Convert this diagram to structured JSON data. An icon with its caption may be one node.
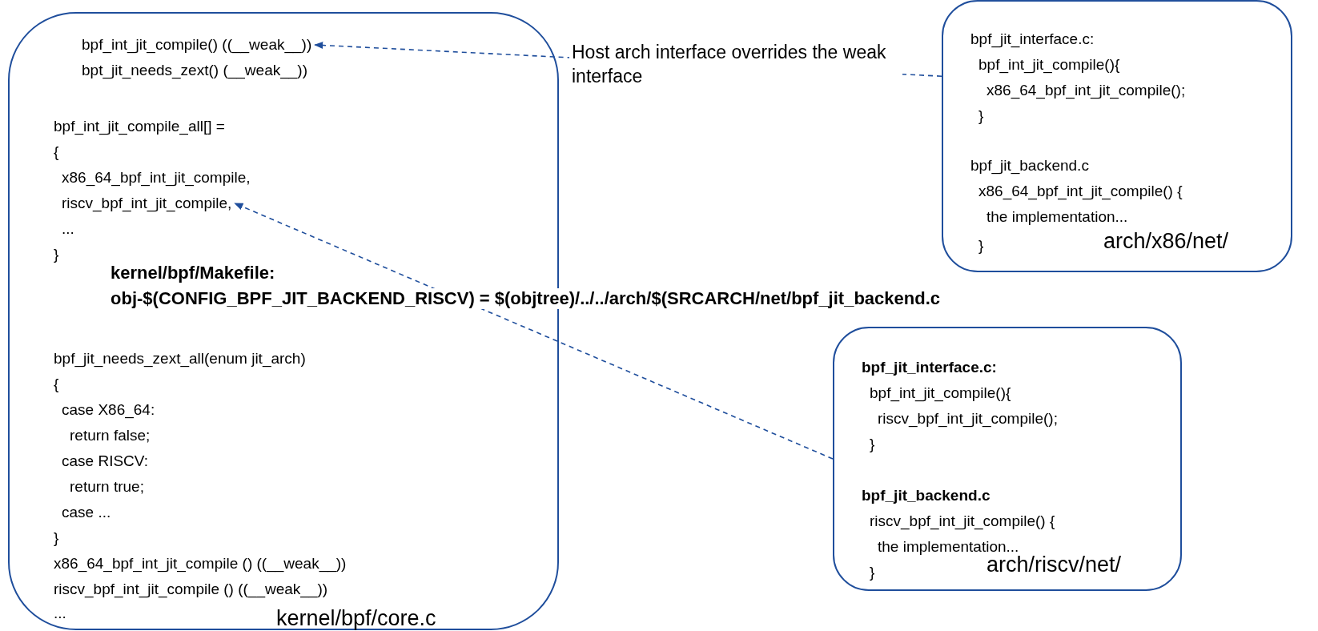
{
  "diagram": {
    "nodes": [
      {
        "text": [
          "bpt_jit_needs_zext() (__weak__))",
          "bpf_int_jit_compile_all[] =",
          "{",
          "x86_64_bpf_int_jit_compile,",
          "...",
          "}",
          "bpf_jit_needs_zext_all(enum jit_arch)",
          "{",
          "case X86_64:",
          "return false;",
          "case RISCV:",
          "return true;",
          "case ...",
          "}",
          "x86_64_bpf_int_jit_compile () ((__weak__))",
          "riscv_bpf_int_jit_compile () ((__weak__))",
          "...",
          "kernel/bpf/core.c"
        ]
      },
      {
        "text": [
          "bpf_int_jit_compile() ((__weak__))"
        ],
        "in": 0
      },
      {
        "text": [
          "riscv_bpf_int_jit_compile,"
        ],
        "in": 0
      },
      {
        "text": [
          "bpf_jit_interface.c:",
          "bpf_int_jit_compile(){",
          "x86_64_bpf_int_jit_compile();",
          "}",
          "bpf_jit_backend.c",
          "x86_64_bpf_int_jit_compile() {",
          "the implementation...",
          "}",
          "arch/x86/net/"
        ]
      },
      {
        "text": [
          "bpf_jit_interface.c:",
          "bpf_int_jit_compile(){",
          "riscv_bpf_int_jit_compile();",
          "}",
          "bpf_jit_backend.c",
          "riscv_bpf_int_jit_compile() {",
          "the implementation...",
          "}",
          "arch/riscv/net/"
        ]
      }
    ],
    "edges": [
      {
        "from": 3,
        "to": 1,
        "arrow": "to",
        "style": "dashed",
        "label": "Host arch interface overrides the weak interface"
      },
      {
        "from": 4,
        "to": 2,
        "arrow": "to",
        "style": "dashed"
      }
    ],
    "labels": [
      "kernel/bpf/Makefile:",
      "obj-$(CONFIG_BPF_JIT_BACKEND_RISCV) = $(objtree)/../../arch/$(SRCARCH/net/bpf_jit_backend.c"
    ]
  }
}
